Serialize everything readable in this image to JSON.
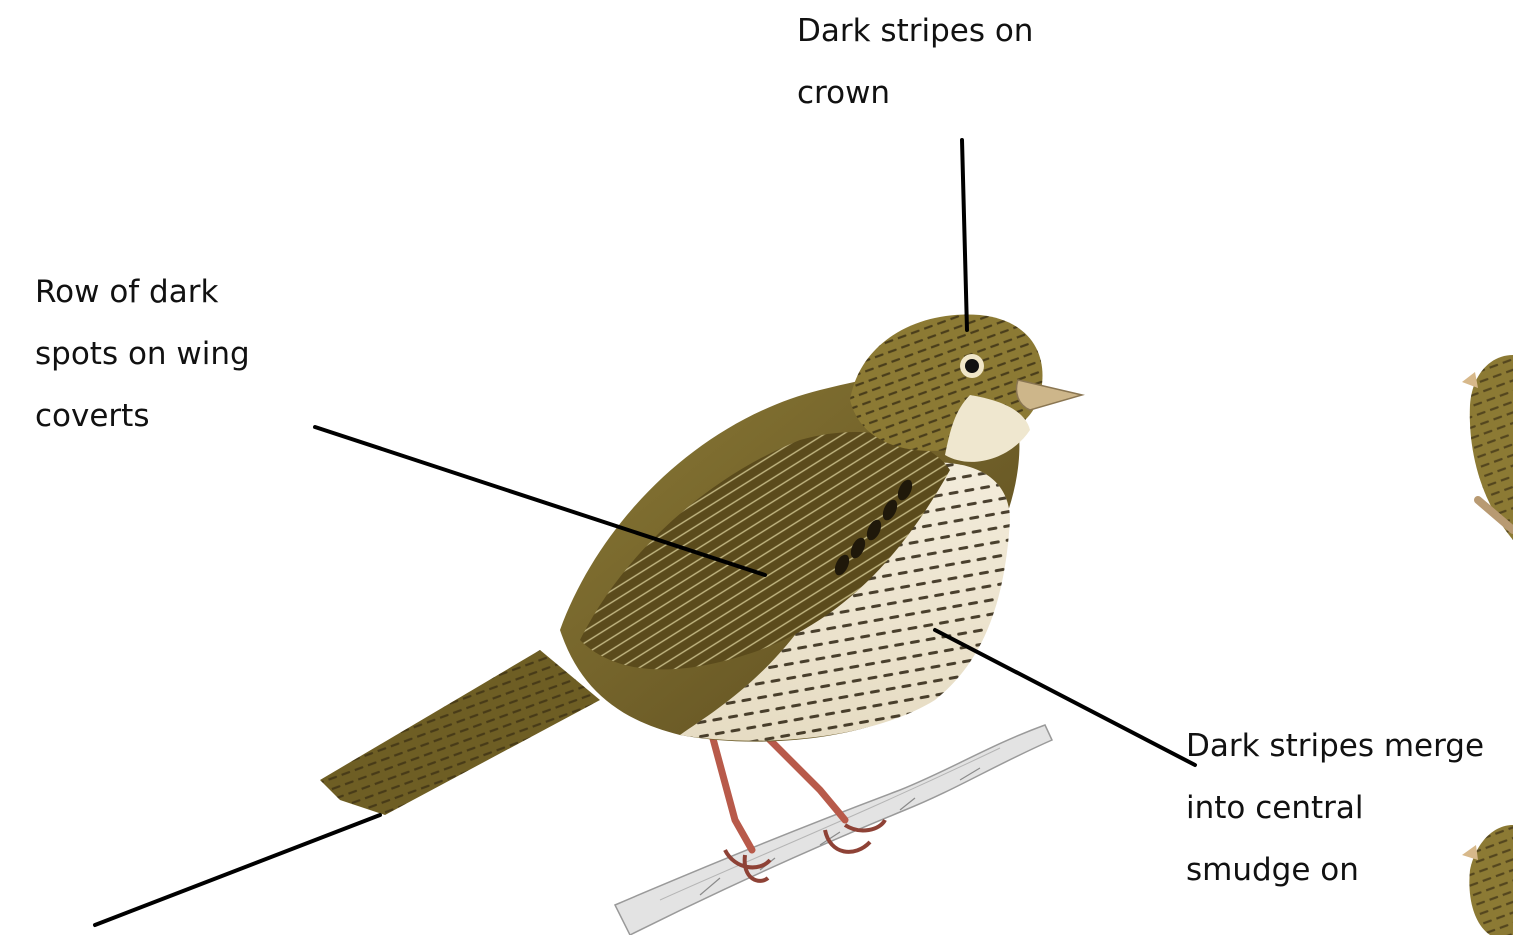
{
  "labels": {
    "crown": {
      "lines": [
        "Dark stripes on",
        "crown"
      ]
    },
    "wing_coverts": {
      "lines": [
        "Row of dark",
        "spots on wing",
        "coverts"
      ]
    },
    "breast": {
      "lines": [
        "Dark stripes merge",
        "into central",
        "smudge on"
      ]
    }
  },
  "colors": {
    "background": "#ffffff",
    "text": "#111111",
    "leader_line": "#000000",
    "plumage_olive": "#7a6a2c",
    "plumage_dark": "#3a2e14",
    "belly": "#efe8d6",
    "legs": "#b85a4a",
    "branch": "#d9d9d9"
  },
  "illustration": {
    "subject": "bunting-illustration",
    "icon": "bird-icon"
  }
}
